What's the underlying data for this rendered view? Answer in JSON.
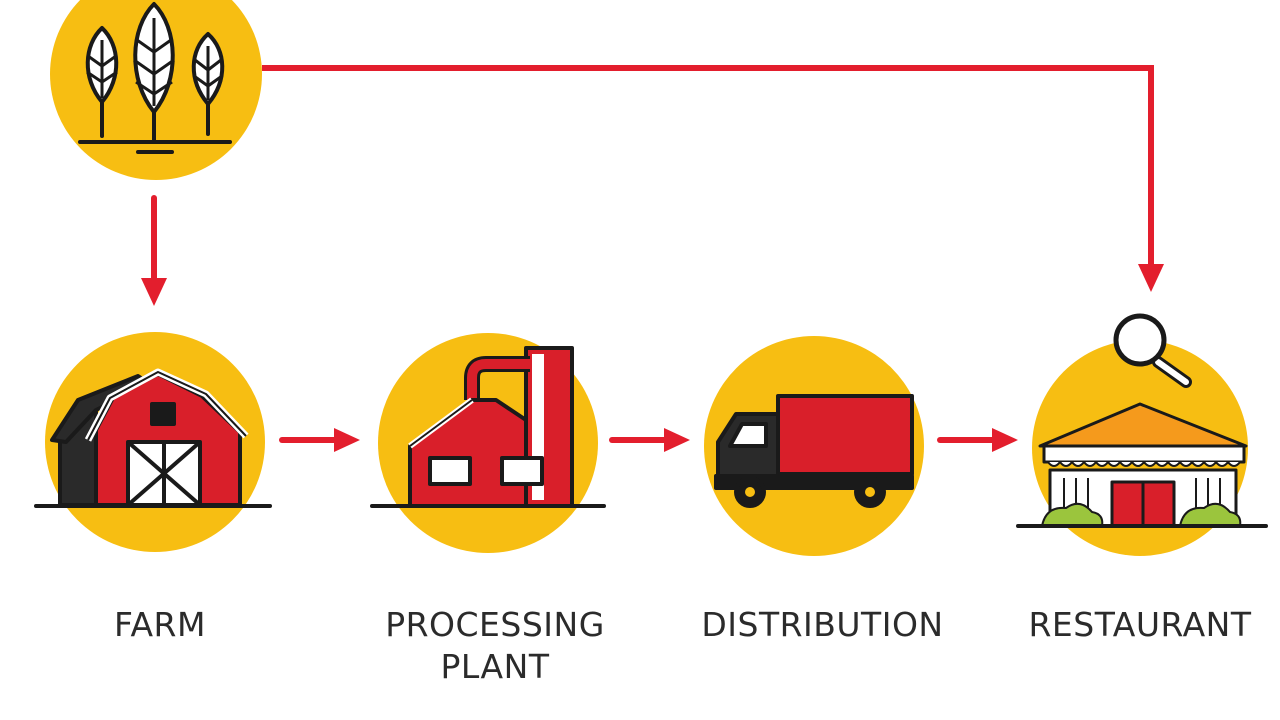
{
  "colors": {
    "circle": "#F7BE12",
    "arrow": "#E31E2D",
    "building_red": "#D91F2A",
    "outline": "#1A1A1A",
    "roof_orange": "#F59A1C",
    "shrub_green": "#9BC53D",
    "label_text": "#2B2B2B"
  },
  "nodes": {
    "source": {
      "icon": "wheat-icon"
    },
    "farm": {
      "icon": "barn-icon",
      "label": "FARM"
    },
    "processing": {
      "icon": "factory-icon",
      "label_line1": "PROCESSING",
      "label_line2": "PLANT"
    },
    "distribution": {
      "icon": "truck-icon",
      "label": "DISTRIBUTION"
    },
    "restaurant": {
      "icon": "restaurant-icon",
      "label": "RESTAURANT",
      "badge_icon": "magnifier-icon"
    }
  },
  "edges": [
    {
      "from": "source",
      "to": "farm"
    },
    {
      "from": "farm",
      "to": "processing"
    },
    {
      "from": "processing",
      "to": "distribution"
    },
    {
      "from": "distribution",
      "to": "restaurant"
    },
    {
      "from": "source",
      "to": "restaurant"
    }
  ]
}
